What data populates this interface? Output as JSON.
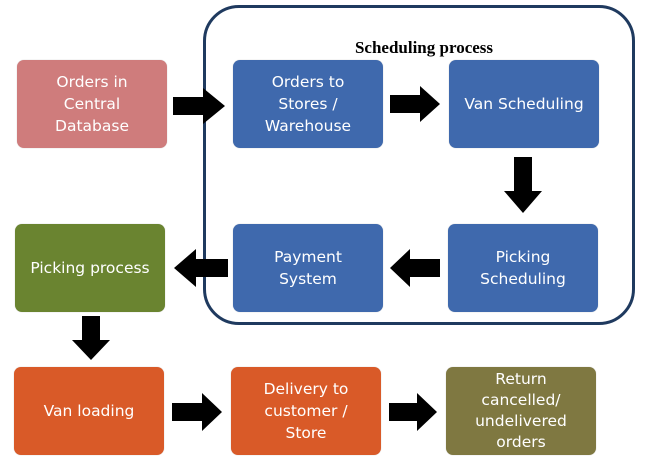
{
  "diagram": {
    "group": {
      "title": "Scheduling process",
      "border_color": "#1f3a5f"
    },
    "colors": {
      "source": "#cf7c7c",
      "scheduling": "#3f69ad",
      "picking": "#6a8430",
      "delivery": "#d95a28",
      "return": "#7f7841",
      "arrow": "#000000"
    },
    "nodes": [
      {
        "id": "orders-central-db",
        "label": "Orders in\nCentral\nDatabase",
        "color": "#cf7c7c"
      },
      {
        "id": "orders-to-stores",
        "label": "Orders to\nStores /\nWarehouse",
        "color": "#3f69ad"
      },
      {
        "id": "van-scheduling",
        "label": "Van Scheduling",
        "color": "#3f69ad"
      },
      {
        "id": "picking-scheduling",
        "label": "Picking\nScheduling",
        "color": "#3f69ad"
      },
      {
        "id": "payment-system",
        "label": "Payment\nSystem",
        "color": "#3f69ad"
      },
      {
        "id": "picking-process",
        "label": "Picking process",
        "color": "#6a8430"
      },
      {
        "id": "van-loading",
        "label": "Van loading",
        "color": "#d95a28"
      },
      {
        "id": "delivery",
        "label": "Delivery to\ncustomer /\nStore",
        "color": "#d95a28"
      },
      {
        "id": "return-orders",
        "label": "Return\ncancelled/\nundelivered\norders",
        "color": "#7f7841"
      }
    ],
    "edges": [
      {
        "from": "orders-central-db",
        "to": "orders-to-stores",
        "direction": "right"
      },
      {
        "from": "orders-to-stores",
        "to": "van-scheduling",
        "direction": "right"
      },
      {
        "from": "van-scheduling",
        "to": "picking-scheduling",
        "direction": "down"
      },
      {
        "from": "picking-scheduling",
        "to": "payment-system",
        "direction": "left"
      },
      {
        "from": "payment-system",
        "to": "picking-process",
        "direction": "left"
      },
      {
        "from": "picking-process",
        "to": "van-loading",
        "direction": "down"
      },
      {
        "from": "van-loading",
        "to": "delivery",
        "direction": "right"
      },
      {
        "from": "delivery",
        "to": "return-orders",
        "direction": "right"
      }
    ]
  }
}
